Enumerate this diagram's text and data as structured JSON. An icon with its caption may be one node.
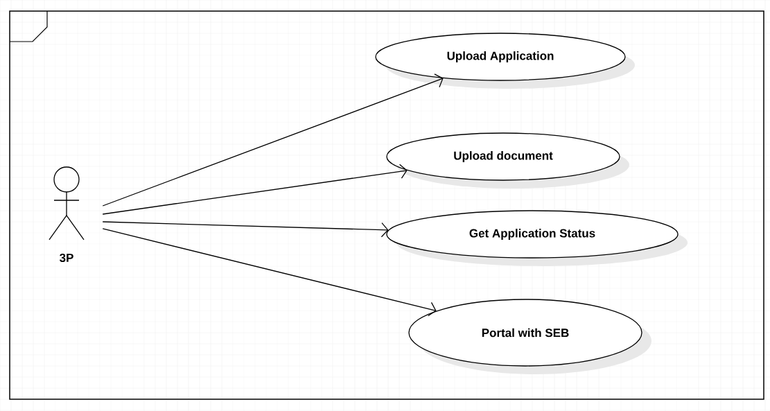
{
  "diagram": {
    "nodes": [
      {
        "text": [
          "3P"
        ]
      },
      {
        "text": [
          "Upload Application"
        ]
      },
      {
        "text": [
          "Upload document"
        ]
      },
      {
        "text": [
          "Get Application Status"
        ]
      },
      {
        "text": [
          "Portal with SEB"
        ]
      }
    ],
    "edges": [
      {
        "from": 0,
        "to": 1,
        "arrow": "to"
      },
      {
        "from": 0,
        "to": 2,
        "arrow": "to"
      },
      {
        "from": 0,
        "to": 3,
        "arrow": "to"
      },
      {
        "from": 0,
        "to": 4,
        "arrow": "to"
      }
    ]
  }
}
